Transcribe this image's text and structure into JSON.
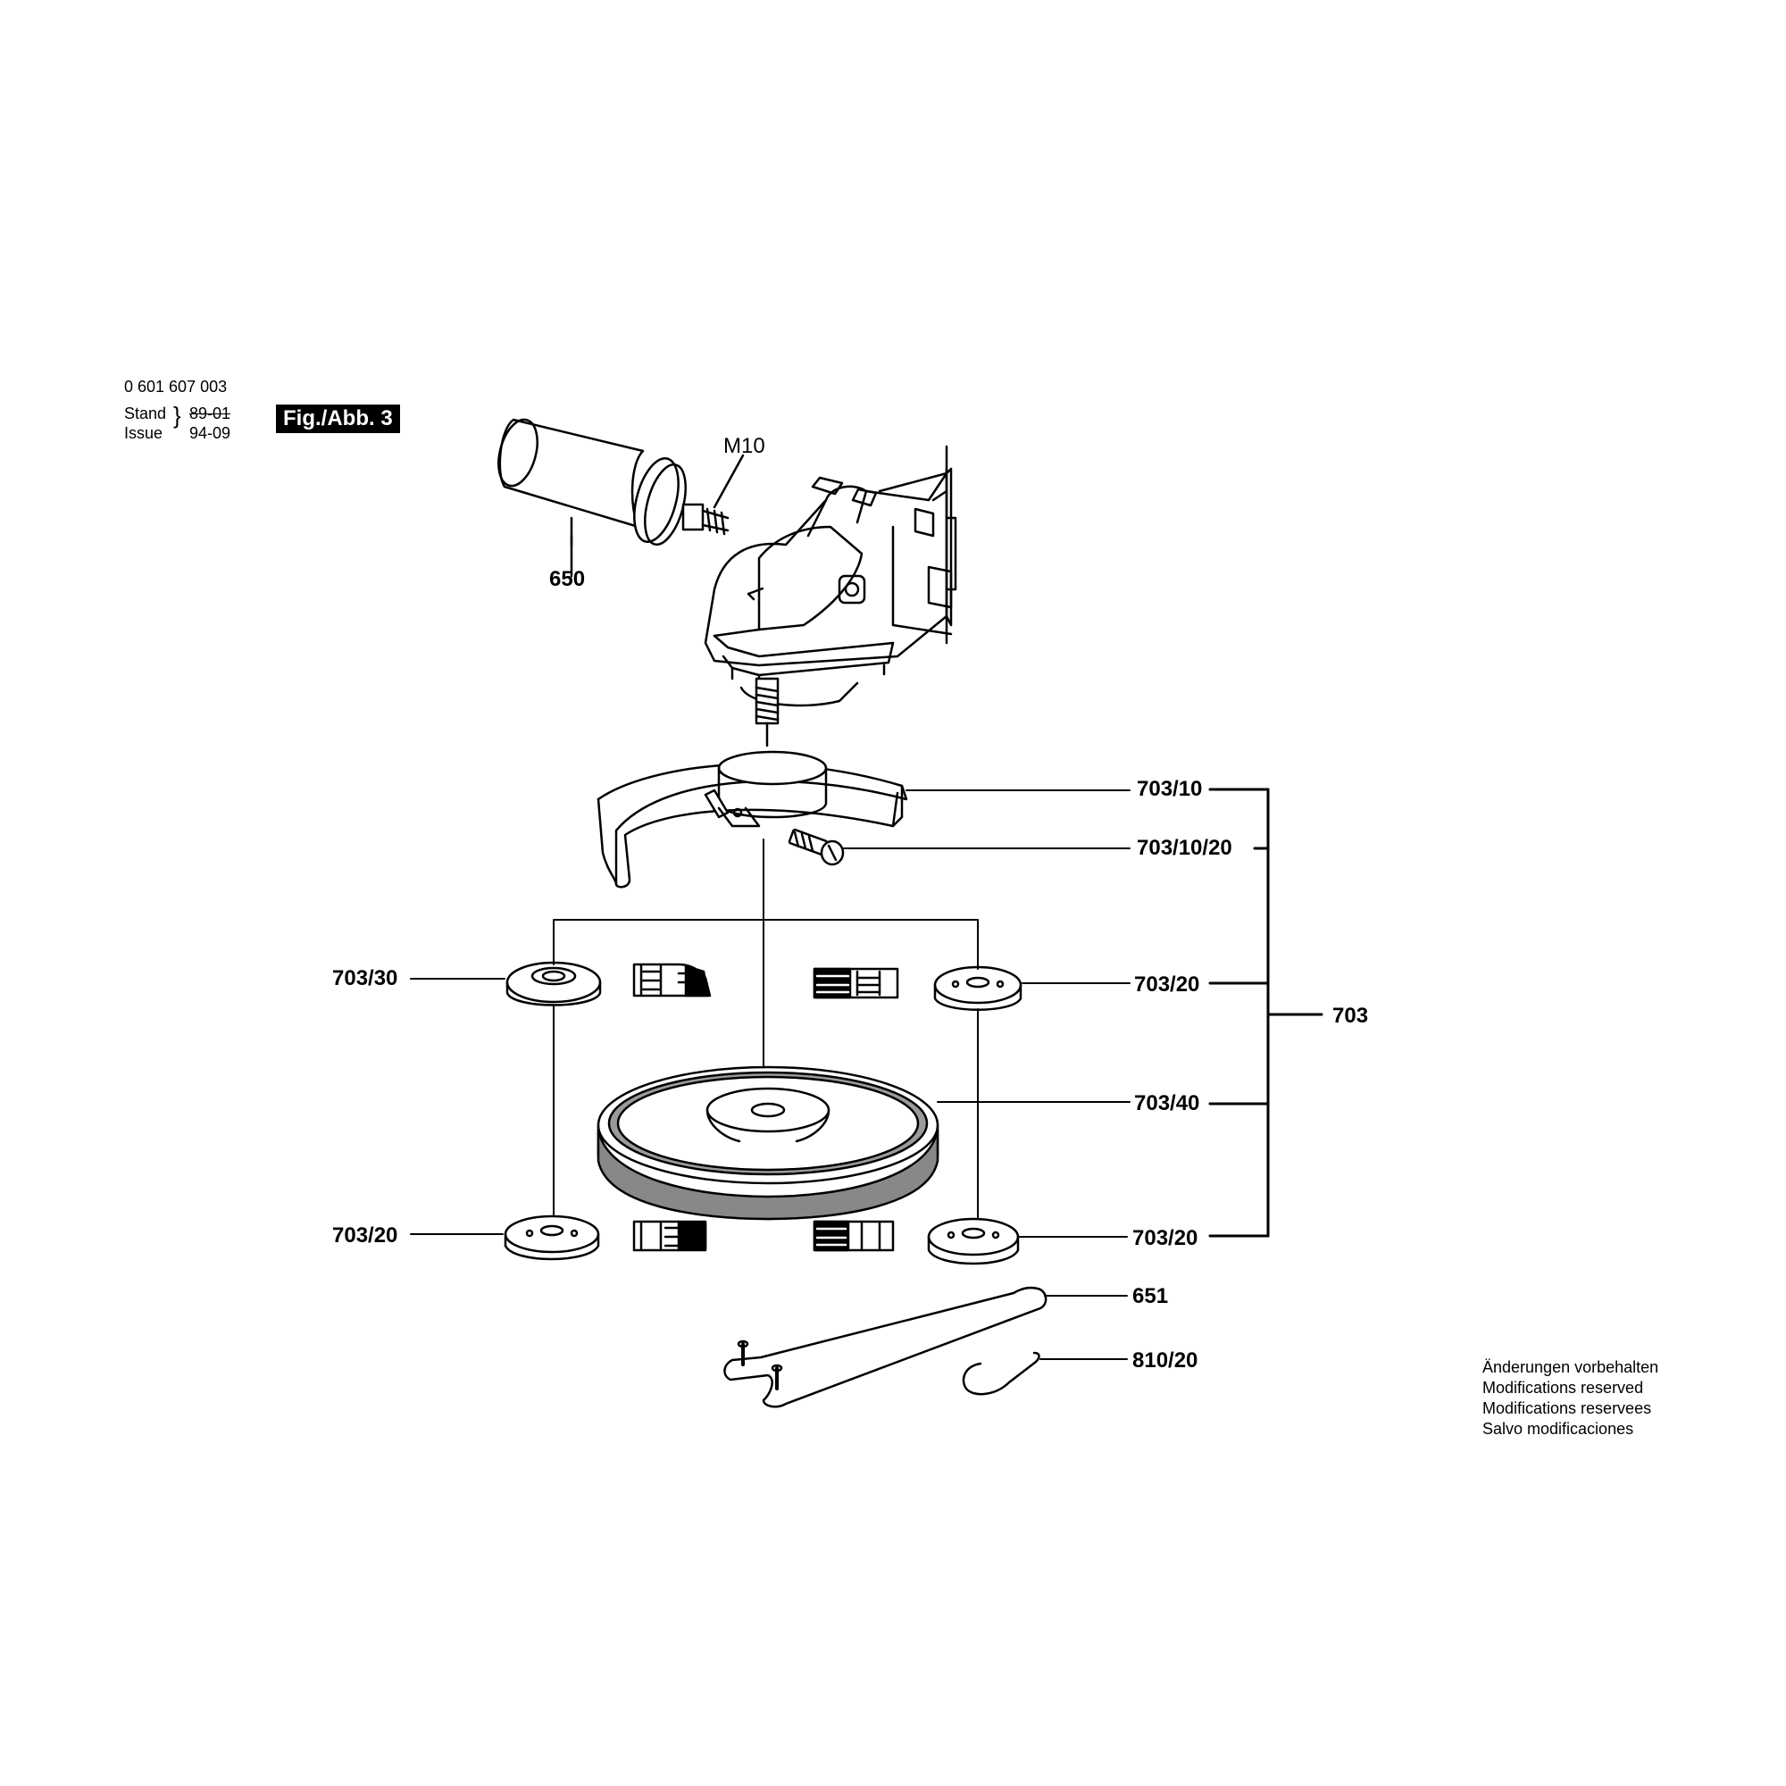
{
  "header": {
    "part_number": "0 601 607 003",
    "stand_label": "Stand",
    "issue_label": "Issue",
    "old_date": "89-01",
    "new_date": "94-09",
    "figure_label": "Fig./Abb. 3"
  },
  "callouts": {
    "m10": "M10",
    "p650": "650",
    "p703_10": "703/10",
    "p703_10_20": "703/10/20",
    "p703_30": "703/30",
    "p703_20_a": "703/20",
    "p703": "703",
    "p703_40": "703/40",
    "p703_20_b": "703/20",
    "p703_20_c": "703/20",
    "p651": "651",
    "p810_20": "810/20"
  },
  "notes": [
    "Änderungen vorbehalten",
    "Modifications reserved",
    "Modifications reservees",
    "Salvo modificaciones"
  ]
}
